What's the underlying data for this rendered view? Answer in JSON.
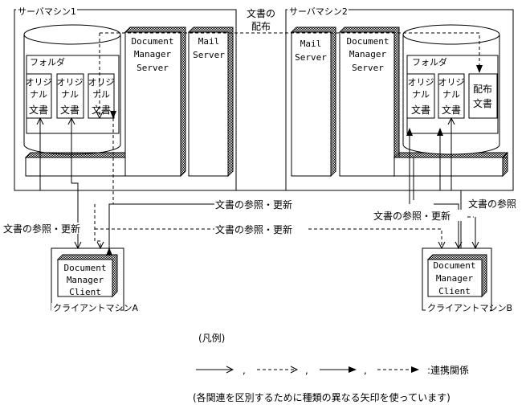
{
  "server1": {
    "label": "サーバマシン1",
    "folder": "フォルダ",
    "docs": [
      {
        "line1": "オリジ",
        "line2": "ナル",
        "line3": "文書"
      },
      {
        "line1": "オリジ",
        "line2": "ナル",
        "line3": "文書"
      },
      {
        "line1": "オリジ",
        "line2": "ナル",
        "line3": "文書"
      }
    ],
    "dm_server": [
      "Document",
      "Manager",
      "Server"
    ],
    "mail_server": [
      "Mail",
      "Server"
    ]
  },
  "server2": {
    "label": "サーバマシン2",
    "folder": "フォルダ",
    "docs": [
      {
        "line1": "オリジ",
        "line2": "ナル",
        "line3": "文書"
      },
      {
        "line1": "オリジ",
        "line2": "ナル",
        "line3": "文書"
      }
    ],
    "dist_doc": [
      "配布",
      "文書"
    ],
    "dm_server": [
      "Document",
      "Manager",
      "Server"
    ],
    "mail_server": [
      "Mail",
      "Server"
    ]
  },
  "distribute_label": [
    "文書の",
    "配布"
  ],
  "client_a": {
    "label": "クライアントマシンA",
    "lines": [
      "Document",
      "Manager",
      "Client"
    ]
  },
  "client_b": {
    "label": "クライアントマシンB",
    "lines": [
      "Document",
      "Manager",
      "Client"
    ]
  },
  "flows": {
    "ref_update_top": "文書の参照・更新",
    "ref_update_left": "文書の参照・更新",
    "ref_update_mid": "文書の参照・更新",
    "ref_update_right": "文書の参照・更新",
    "ref_right": "文書の参照"
  },
  "legend": {
    "title": "(凡例)",
    "comma1": ",",
    "comma2": ",",
    "comma3": ",",
    "colon": ":連携関係",
    "note": "(各関連を区別するために種類の異なる矢印を使っています)"
  }
}
